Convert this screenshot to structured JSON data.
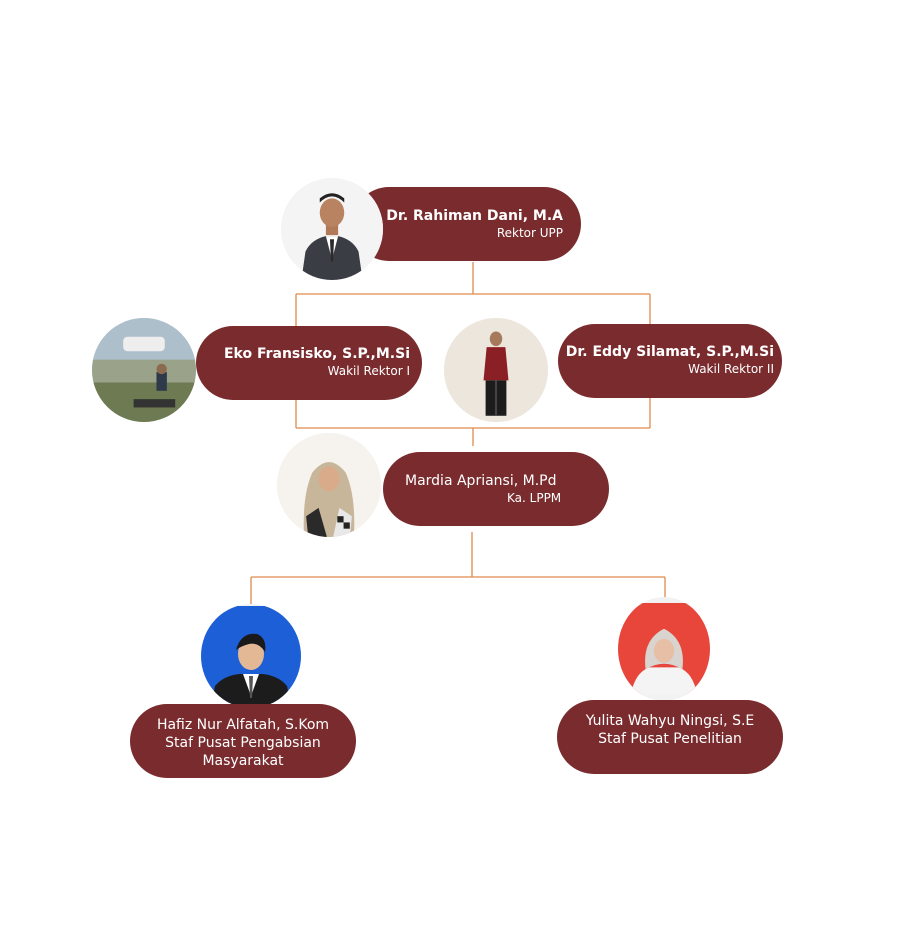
{
  "nodes": {
    "rektor": {
      "name": "Dr.  Rahiman  Dani,  M.A",
      "role": "Rektor UPP"
    },
    "wr1": {
      "name": "Eko  Fransisko,  S.P.,M.Si",
      "role": "Wakil  Rektor  I"
    },
    "wr2": {
      "name": "Dr. Eddy Silamat, S.P.,M.Si",
      "role": "Wakil  Rektor  II"
    },
    "lppm": {
      "name": "Mardia  Apriansi,  M.Pd",
      "role": "Ka.  LPPM"
    },
    "staff_pengabdian": {
      "name": "Hafiz Nur Alfatah, S.Kom",
      "role_line1": "Staf Pusat Pengabsian",
      "role_line2": "Masyarakat"
    },
    "staff_penelitian": {
      "name": "Yulita Wahyu Ningsi, S.E",
      "role": "Staf Pusat Penelitian"
    }
  },
  "colors": {
    "pill": "#7a2b2e",
    "connector": "#e08a4e",
    "text": "#ffffff"
  }
}
